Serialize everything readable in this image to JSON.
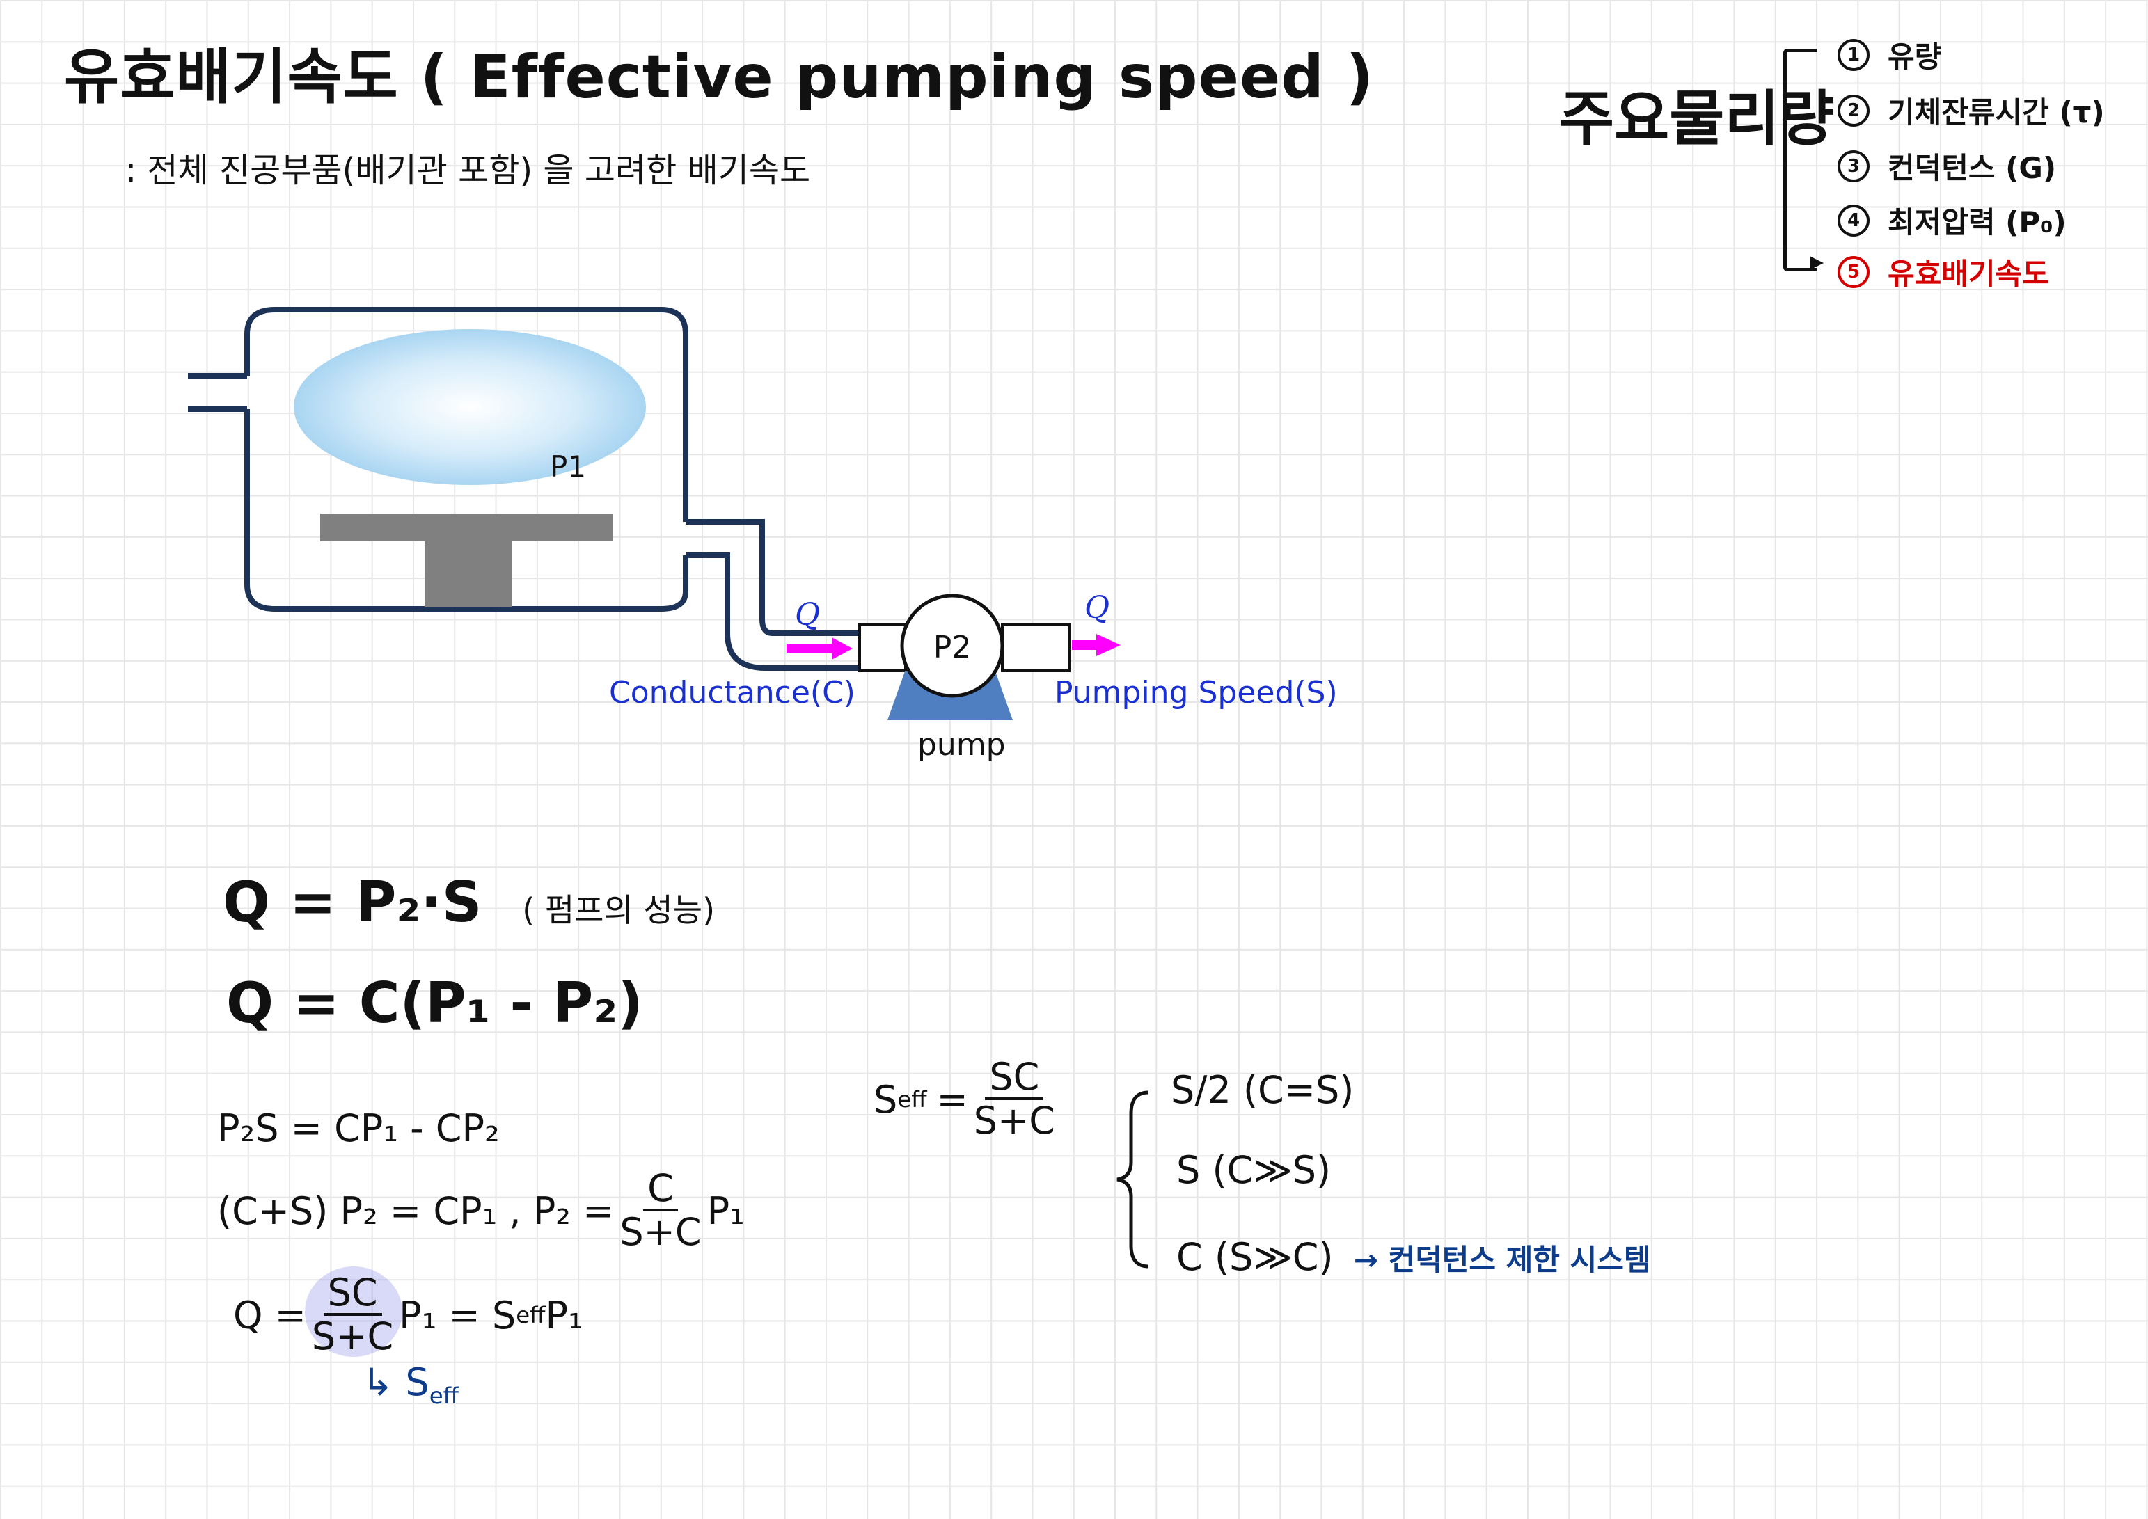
{
  "title": "유효배기속도 ( Effective pumping speed )",
  "subtitle": ": 전체 진공부품(배기관 포함) 을 고려한 배기속도",
  "quantities": {
    "label": "주요물리량",
    "items": [
      {
        "num": "1",
        "text": "유량"
      },
      {
        "num": "2",
        "text": "기체잔류시간 (τ)"
      },
      {
        "num": "3",
        "text": "컨덕턴스 (G)"
      },
      {
        "num": "4",
        "text": "최저압력 (P₀)"
      },
      {
        "num": "5",
        "text": "유효배기속도"
      }
    ],
    "highlight_color": "#d40000"
  },
  "diagram": {
    "chamber_pressure": "P1",
    "pump_pressure": "P2",
    "flow_left": "Q",
    "flow_right": "Q",
    "conductance_label": "Conductance(C)",
    "pumping_speed_label": "Pumping Speed(S)",
    "pump_label": "pump",
    "colors": {
      "line": "#1c3257",
      "label": "#1a30d0",
      "arrow": "#ff00ff",
      "pump": "#4f7fc0",
      "stage": "#808080"
    }
  },
  "equations": {
    "eq1": "Q = P₂·S",
    "eq1_note": "( 펌프의 성능)",
    "eq2": "Q = C(P₁ - P₂)",
    "step1": "P₂S = CP₁ - CP₂",
    "step2_left": "(C+S) P₂ = CP₁ ,  P₂ =",
    "step2_num": "C",
    "step2_den": "S+C",
    "step2_right": "P₁",
    "step3_left": "Q =",
    "step3_num": "SC",
    "step3_den": "S+C",
    "step3_right": "P₁   = S",
    "step3_sub": "eff",
    "step3_end": "P₁",
    "arrow_note": "↳ S",
    "arrow_note_sub": "eff",
    "seff_left": "S",
    "seff_sub": "eff",
    "seff_eq": "=",
    "seff_num": "SC",
    "seff_den": "S+C",
    "case1": "S/2  (C=S)",
    "case2": "S    (C≫S)",
    "case3": "C    (S≫C)",
    "case3_note": "→ 컨덕턴스 제한 시스템"
  }
}
